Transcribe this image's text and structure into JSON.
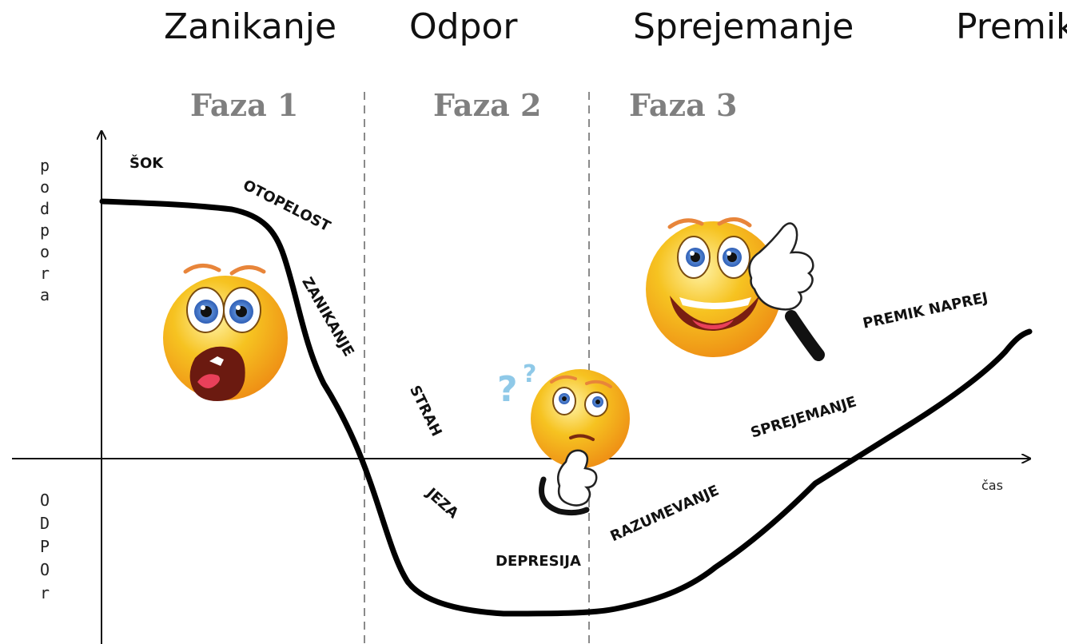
{
  "stages": [
    "Zanikanje",
    "Odpor",
    "Sprejemanje",
    "Premik"
  ],
  "phases": [
    "Faza 1",
    "Faza 2",
    "Faza 3"
  ],
  "y_axis": {
    "positive_label_letters": [
      "p",
      "o",
      "d",
      "p",
      "o",
      "r",
      "a"
    ],
    "negative_label_letters": [
      "O",
      "D",
      "P",
      "O",
      "r"
    ]
  },
  "x_axis": {
    "label": "čas"
  },
  "curve_labels": {
    "shock": "ŠOK",
    "numbness": "OTOPELOST",
    "denial": "ZANIKANJE",
    "fear": "STRAH",
    "anger": "JEZA",
    "depression": "DEPRESIJA",
    "understanding": "RAZUMEVANJE",
    "acceptance": "SPREJEMANJE",
    "moving_forward": "PREMIK NAPREJ"
  },
  "emoji_faces": [
    "shocked-face",
    "confused-face",
    "happy-thumbs-up-face"
  ],
  "colors": {
    "curve": "#000000",
    "phase_text": "#7f7f7f",
    "divider": "#8a8a8a",
    "face_yellow": "#f6c321",
    "face_orange": "#f19a1a",
    "eye_blue": "#3c6fc4",
    "question_mark": "#8fc9e8"
  }
}
